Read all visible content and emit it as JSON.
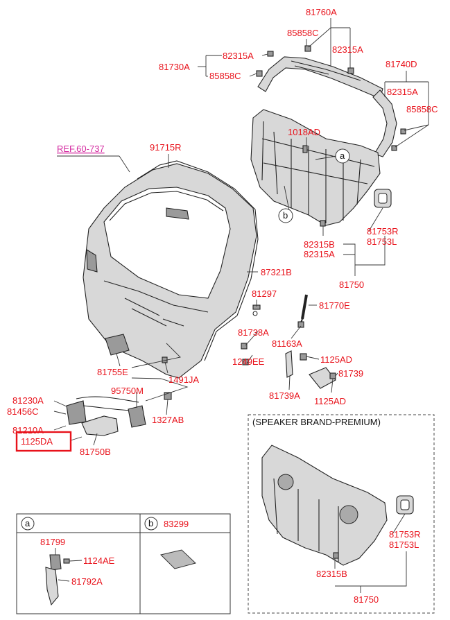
{
  "labels": {
    "p81760A": "81760A",
    "p85858C_top": "85858C",
    "p82315A_top_right": "82315A",
    "p82315A_top_left": "82315A",
    "p81730A": "81730A",
    "p85858C_left": "85858C",
    "p81740D": "81740D",
    "p82315A_right": "82315A",
    "p85858C_right": "85858C",
    "p1018AD": "1018AD",
    "ref": "REF.60-737",
    "p91715R": "91715R",
    "p81753R": "81753R",
    "p81753L": "81753L",
    "p82315B": "82315B",
    "p82315A_mid": "82315A",
    "p87321B": "87321B",
    "p81750": "81750",
    "p81297": "81297",
    "p81770E": "81770E",
    "p81738A": "81738A",
    "p81163A": "81163A",
    "p1249EE": "1249EE",
    "p1125AD_a": "1125AD",
    "p81739": "81739",
    "p1125AD_b": "1125AD",
    "p81739A": "81739A",
    "p81755E": "81755E",
    "p1491JA": "1491JA",
    "p95750M": "95750M",
    "p81230A": "81230A",
    "p81456C": "81456C",
    "p81210A": "81210A",
    "p1125DA": "1125DA",
    "p81750B": "81750B",
    "p1327AB": "1327AB",
    "premium_title": "(SPEAKER BRAND-PREMIUM)",
    "p81753R_prem": "81753R",
    "p81753L_prem": "81753L",
    "p82315B_prem": "82315B",
    "p81750_prem": "81750",
    "callout_a": "a",
    "callout_b": "b",
    "p83299": "83299",
    "p81799": "81799",
    "p1124AE": "1124AE",
    "p81792A": "81792A"
  },
  "colors": {
    "label": "#e8121b",
    "reference": "#d42aa0",
    "highlight": "#e8121b"
  },
  "highlighted_part": "1125DA"
}
